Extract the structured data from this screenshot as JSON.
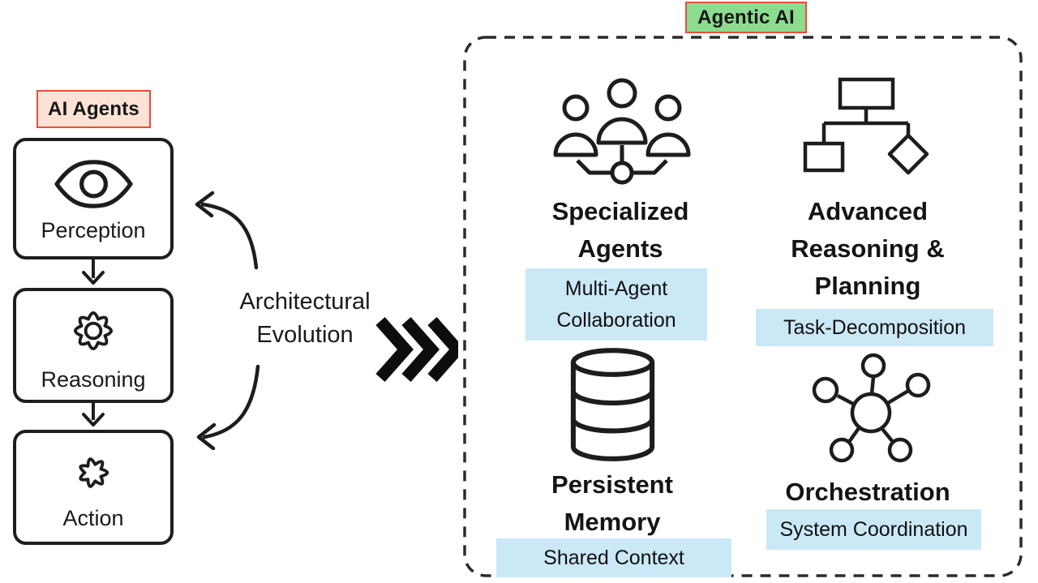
{
  "left_panel": {
    "label": "AI Agents",
    "stages": [
      {
        "name": "Perception",
        "icon": "eye-icon"
      },
      {
        "name": "Reasoning",
        "icon": "gear-icon"
      },
      {
        "name": "Action",
        "icon": "cloud-icon"
      }
    ]
  },
  "transition": {
    "label": "Architectural\nEvolution",
    "chevrons_icon": "triple-chevron-right-icon",
    "feedback_arrows": [
      "curved-arrow-to-perception",
      "curved-arrow-to-action"
    ]
  },
  "right_panel": {
    "label": "Agentic AI",
    "capabilities": [
      {
        "title": "Specialized\nAgents",
        "tag": "Multi-Agent\nCollaboration",
        "icon": "multi-agent-group-icon"
      },
      {
        "title": "Advanced\nReasoning &\nPlanning",
        "tag": "Task-Decomposition",
        "icon": "hierarchy-flowchart-icon"
      },
      {
        "title": "Persistent\nMemory",
        "tag": "Shared Context",
        "icon": "database-icon"
      },
      {
        "title": "Orchestration",
        "tag": "System Coordination",
        "icon": "network-hub-icon"
      }
    ]
  },
  "colors": {
    "outline": "#1d1d1f",
    "ai_agents_label_bg": "#fce3d5",
    "label_border_red": "#e94c3a",
    "agentic_ai_label_bg": "#8cdc90",
    "capability_tag_bg": "#cbe8f7",
    "dashed_border": "#2b2b2b"
  }
}
